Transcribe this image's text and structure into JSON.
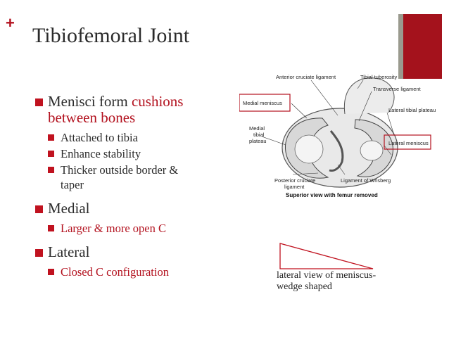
{
  "slide": {
    "plus_mark": "+",
    "title": "Tibiofemoral Joint"
  },
  "bullets": {
    "menisci": {
      "prefix": "Menisci form ",
      "highlight": "cushions",
      "line2": "between bones",
      "subs": [
        "Attached to tibia",
        "Enhance stability",
        "Thicker outside border &",
        "taper"
      ]
    },
    "medial": {
      "label": "Medial",
      "sub": "Larger & more open C"
    },
    "lateral": {
      "label": "Lateral",
      "sub": "Closed C configuration"
    }
  },
  "figure": {
    "labels": {
      "anterior_cruciate": "Anterior cruciate ligament",
      "tibial_tuberosity": "Tibial tuberosity",
      "transverse": "Transverse ligament",
      "medial_meniscus": "Medial meniscus",
      "lateral_tibial_plateau": "Lateral tibial plateau",
      "medial_tibial_plateau_1": "Medial",
      "medial_tibial_plateau_2": "tibial",
      "medial_tibial_plateau_3": "plateau",
      "lateral_meniscus": "Lateral meniscus",
      "posterior_cruciate_1": "Posterior cruciate",
      "posterior_cruciate_2": "ligament",
      "wrisberg": "Ligament of Wrisberg",
      "caption": "Superior view with femur removed"
    },
    "wedge_caption_1": "lateral view of meniscus-",
    "wedge_caption_2": "wedge shaped"
  },
  "colors": {
    "accent_red": "#b3121f",
    "deco_grey": "#9a9a8e",
    "deco_red": "#a4121c"
  }
}
